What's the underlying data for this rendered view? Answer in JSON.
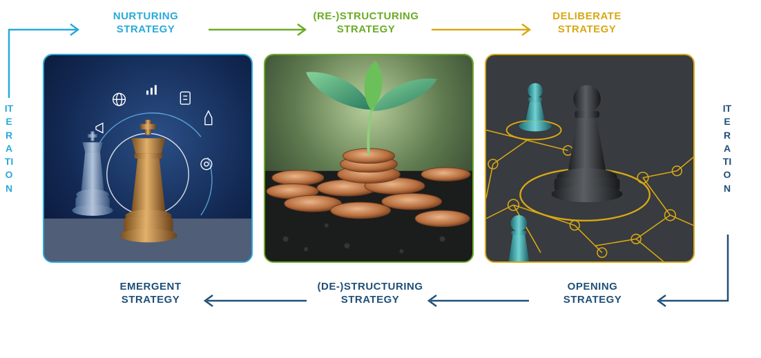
{
  "top_row": {
    "nurturing": [
      "NURTURING",
      "STRATEGY"
    ],
    "restructuring": [
      "(RE-)STRUCTURING",
      "STRATEGY"
    ],
    "deliberate": [
      "DELIBERATE",
      "STRATEGY"
    ]
  },
  "bottom_row": {
    "emergent": [
      "EMERGENT",
      "STRATEGY"
    ],
    "destructuring": [
      "(DE-)STRUCTURING",
      "STRATEGY"
    ],
    "opening": [
      "OPENING",
      "STRATEGY"
    ]
  },
  "iteration_left": "ITERATION",
  "iteration_right": "ITERATION",
  "colors": {
    "teal": "#29a9d9",
    "green": "#6aab24",
    "gold": "#d8a814",
    "navy": "#1f4f78"
  },
  "icons": [
    "chess-king-icon",
    "chess-pawn-icon",
    "globe-icon",
    "bar-chart-icon",
    "clipboard-icon",
    "rocket-icon",
    "target-icon",
    "megaphone-icon",
    "sprout-icon",
    "coins-icon"
  ]
}
